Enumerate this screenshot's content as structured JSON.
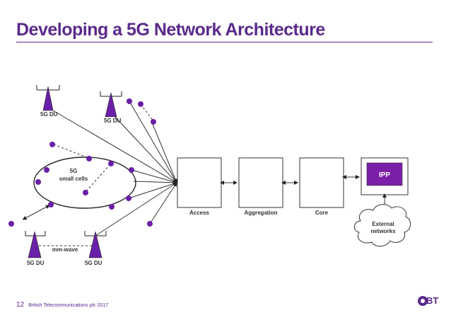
{
  "title": "Developing a 5G Network Architecture",
  "labels": {
    "du_top_left": "5G DU",
    "du_top_mid": "5G DU",
    "small_cells_line1": "5G",
    "small_cells_line2": "small cells",
    "mm_wave": "mm-wave",
    "du_bottom_left": "5G DU",
    "du_bottom_mid": "5G DU",
    "access": "Access",
    "aggregation": "Aggregation",
    "core": "Core",
    "ipp": "IPP",
    "external_line1": "External",
    "external_line2": "networks"
  },
  "footer": {
    "page_number": "12",
    "copyright": "British Telecommunications plc 2017"
  },
  "logo": {
    "text": "BT"
  },
  "colors": {
    "brand_purple": "#5a2a8c",
    "node_purple": "#6a1fa8",
    "ipp_fill": "#7b1fa8"
  }
}
